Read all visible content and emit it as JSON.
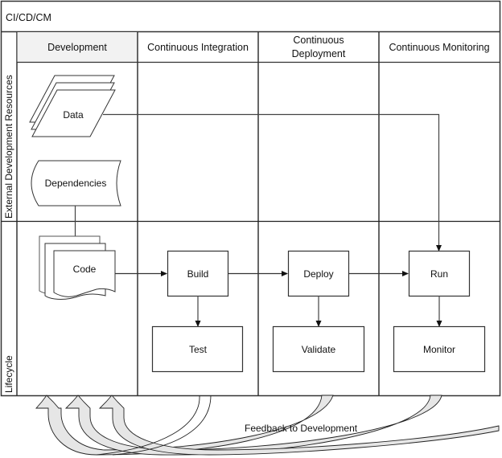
{
  "pool": {
    "title": "CI/CD/CM"
  },
  "lanes": [
    {
      "label": "External Development Resources"
    },
    {
      "label": "Lifecycle"
    }
  ],
  "phases": [
    {
      "label": "Development",
      "highlighted": true
    },
    {
      "label_line1": "Continuous Integration"
    },
    {
      "label_line1": "Continuous",
      "label_line2": "Deployment"
    },
    {
      "label_line1": "Continuous Monitoring"
    }
  ],
  "shapes": {
    "data": {
      "label": "Data",
      "type": "multiple-data"
    },
    "dependencies": {
      "label": "Dependencies",
      "type": "stored-data"
    },
    "code": {
      "label": "Code",
      "type": "multiple-documents"
    },
    "build": {
      "label": "Build",
      "type": "process"
    },
    "test": {
      "label": "Test",
      "type": "process"
    },
    "deploy": {
      "label": "Deploy",
      "type": "process"
    },
    "validate": {
      "label": "Validate",
      "type": "process"
    },
    "run": {
      "label": "Run",
      "type": "process"
    },
    "monitor": {
      "label": "Monitor",
      "type": "process"
    }
  },
  "connectors": [
    {
      "from": "Dependencies",
      "to": "Code"
    },
    {
      "from": "Code",
      "to": "Build"
    },
    {
      "from": "Build",
      "to": "Test"
    },
    {
      "from": "Build",
      "to": "Deploy"
    },
    {
      "from": "Deploy",
      "to": "Validate"
    },
    {
      "from": "Deploy",
      "to": "Run"
    },
    {
      "from": "Data",
      "to": "Run"
    },
    {
      "from": "Run",
      "to": "Monitor"
    }
  ],
  "feedback": {
    "label": "Feedback to Development"
  },
  "colors": {
    "line": "#333333",
    "header_fill": "#f2f2f2",
    "arrow_fill": "#e6e6e6"
  }
}
